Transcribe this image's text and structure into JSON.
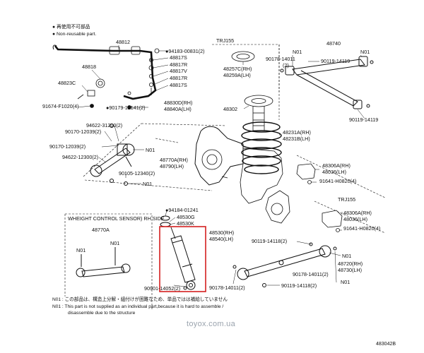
{
  "legend": {
    "reusable": "● 再使用不可部品",
    "non_reusable": "● Non-reusable part."
  },
  "labels": [
    {
      "id": "l01",
      "text": "48812"
    },
    {
      "id": "l02",
      "text": "48818"
    },
    {
      "id": "l03",
      "text": "48823C"
    },
    {
      "id": "l04",
      "text": "91674-F1020(4)"
    },
    {
      "id": "l05",
      "text": "●94183-00831(2)"
    },
    {
      "id": "l06",
      "text": "48817S"
    },
    {
      "id": "l07",
      "text": "48817R"
    },
    {
      "id": "l08",
      "text": "48817V"
    },
    {
      "id": "l09",
      "text": "48817R"
    },
    {
      "id": "l10",
      "text": "48817S"
    },
    {
      "id": "l11",
      "text": "●90179-12141(2)"
    },
    {
      "id": "l12",
      "text": "48830D(RH)"
    },
    {
      "id": "l13",
      "text": "48840A(LH)"
    },
    {
      "id": "l14",
      "text": "TRJ155"
    },
    {
      "id": "l15",
      "text": "48257C(RH)"
    },
    {
      "id": "l16",
      "text": "48259A(LH)"
    },
    {
      "id": "l17",
      "text": "48302"
    },
    {
      "id": "l18",
      "text": "48231A(RH)"
    },
    {
      "id": "l19",
      "text": "48231B(LH)"
    },
    {
      "id": "l20",
      "text": "48740"
    },
    {
      "id": "l21",
      "text": "N01"
    },
    {
      "id": "l22",
      "text": "N01"
    },
    {
      "id": "l23",
      "text": "90178-14011"
    },
    {
      "id": "l24",
      "text": "(2)"
    },
    {
      "id": "l25",
      "text": "90119-14119"
    },
    {
      "id": "l26",
      "text": "90119-14119"
    },
    {
      "id": "l27",
      "text": "94622-31200(2)"
    },
    {
      "id": "l28",
      "text": "90170-12039(2)"
    },
    {
      "id": "l29",
      "text": "90170-12039(2)"
    },
    {
      "id": "l30",
      "text": "94622-12300(2)"
    },
    {
      "id": "l31",
      "text": "N01"
    },
    {
      "id": "l32",
      "text": "48770A(RH)"
    },
    {
      "id": "l33",
      "text": "48790(LH)"
    },
    {
      "id": "l34",
      "text": "90105-12340(2)"
    },
    {
      "id": "l35",
      "text": "N01"
    },
    {
      "id": "l36",
      "text": "48306A(RH)"
    },
    {
      "id": "l37",
      "text": "48036(LH)"
    },
    {
      "id": "l38",
      "text": "91641-H0820(4)"
    },
    {
      "id": "l39",
      "text": "TRJ155"
    },
    {
      "id": "l40",
      "text": "48306A(RH)"
    },
    {
      "id": "l41",
      "text": "48036(LH)"
    },
    {
      "id": "l42",
      "text": "91641-H0820(4)"
    },
    {
      "id": "l43",
      "text": "●94184-01241"
    },
    {
      "id": "l44",
      "text": "48530G"
    },
    {
      "id": "l45",
      "text": "48530K"
    },
    {
      "id": "l46",
      "text": "WHEIGHT CONTROL SENSOR) RH SIDE"
    },
    {
      "id": "l47",
      "text": "48770A"
    },
    {
      "id": "l48",
      "text": "N01"
    },
    {
      "id": "l49",
      "text": "N01"
    },
    {
      "id": "l50",
      "text": "48530(RH)"
    },
    {
      "id": "l51",
      "text": "48540(LH)"
    },
    {
      "id": "l52",
      "text": "90119-14118(2)"
    },
    {
      "id": "l53",
      "text": "N01"
    },
    {
      "id": "l54",
      "text": "48720(RH)"
    },
    {
      "id": "l55",
      "text": "48730(LH)"
    },
    {
      "id": "l56",
      "text": "90178-14011(2)"
    },
    {
      "id": "l57",
      "text": "N01"
    },
    {
      "id": "l58",
      "text": "90901-14052(2)"
    },
    {
      "id": "l59",
      "text": "90178-14011(2)"
    },
    {
      "id": "l60",
      "text": "90119-14118(2)"
    }
  ],
  "note": {
    "line1": "N01 : この部品は、構造上分解・組付けが困難なため、単品ではは補給していません",
    "line2": "N01 : This part is not supplied as an individual part,because it is hard to assemble /",
    "line3": "disassemble due to the structure"
  },
  "watermark": "toyox.com.ua",
  "figure_number": "483042B",
  "colors": {
    "line": "#111111",
    "highlight": "#d42020",
    "watermark": "#9aa3ad"
  }
}
